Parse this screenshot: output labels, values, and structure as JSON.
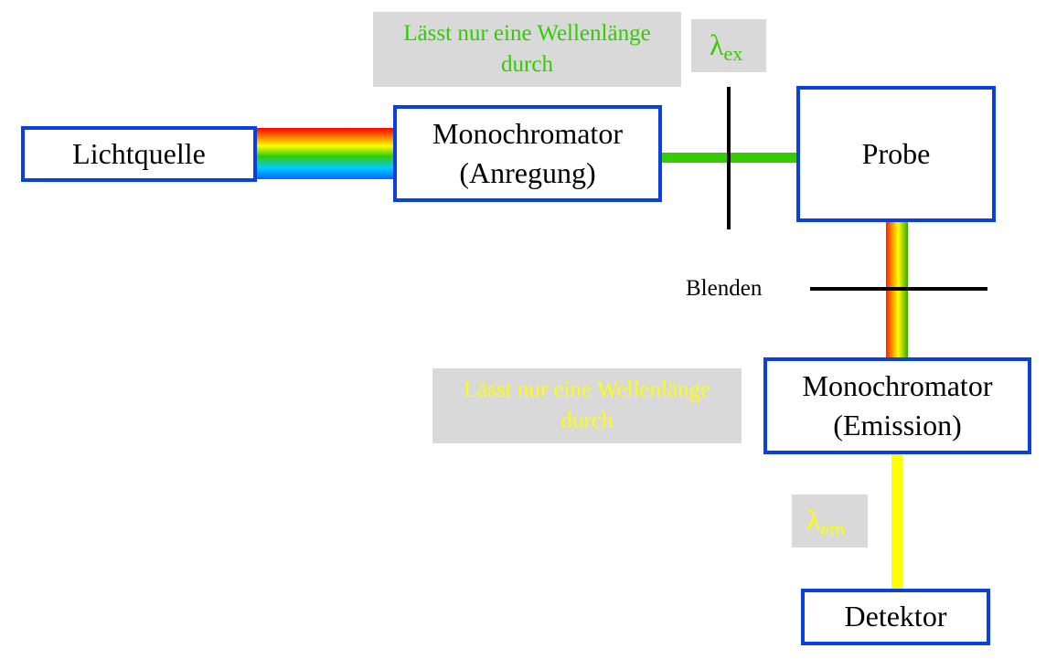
{
  "boxes": {
    "light_source": "Lichtquelle",
    "mono_excitation": [
      "Monochromator",
      "(Anregung)"
    ],
    "sample": "Probe",
    "mono_emission": [
      "Monochromator",
      "(Emission)"
    ],
    "detector": "Detektor"
  },
  "notes": {
    "excitation_note": [
      "Lässt nur eine Wellenlänge",
      "durch"
    ],
    "emission_note": [
      "Lässt nur eine Wellenlänge",
      "durch"
    ]
  },
  "lambda_ex": {
    "symbol": "λ",
    "subscript": "ex"
  },
  "lambda_em": {
    "symbol": "λ",
    "subscript": "em"
  },
  "slits_label": "Blenden",
  "colors": {
    "box_border": "#0a3fe0",
    "note_background": "#d9d9d9",
    "excitation_green": "#33cc00",
    "emission_yellow": "#ffff00"
  }
}
